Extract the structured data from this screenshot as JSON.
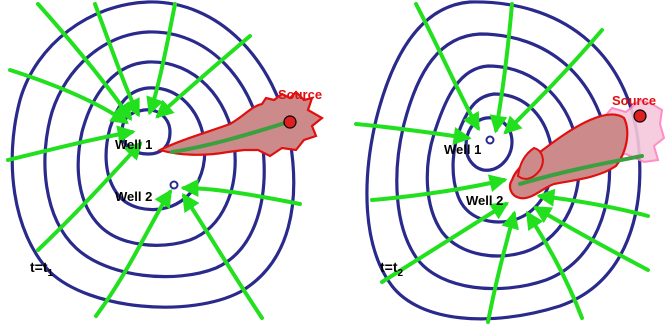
{
  "colors": {
    "contour": "#2a2a8c",
    "flow": "#22e01e",
    "plume_outline": "#e01010",
    "plume_fill": "#cc8a8a",
    "plume_light_outline": "#ff80c0",
    "plume_light_fill": "#f4c8dc",
    "source_fill": "#e02020",
    "source_label": "#e01010",
    "well_marker": "#2a2a8c",
    "path": "#3aa040",
    "text": "#000000"
  },
  "panels": [
    {
      "id": "t1",
      "time_main": "t=t",
      "time_sub": "1",
      "source_label": "Source",
      "wells": [
        {
          "label": "Well 1"
        },
        {
          "label": "Well 2"
        }
      ]
    },
    {
      "id": "t2",
      "time_main": "t=t",
      "time_sub": "2",
      "source_label": "Source",
      "wells": [
        {
          "label": "Well 1"
        },
        {
          "label": "Well 2"
        }
      ]
    }
  ]
}
